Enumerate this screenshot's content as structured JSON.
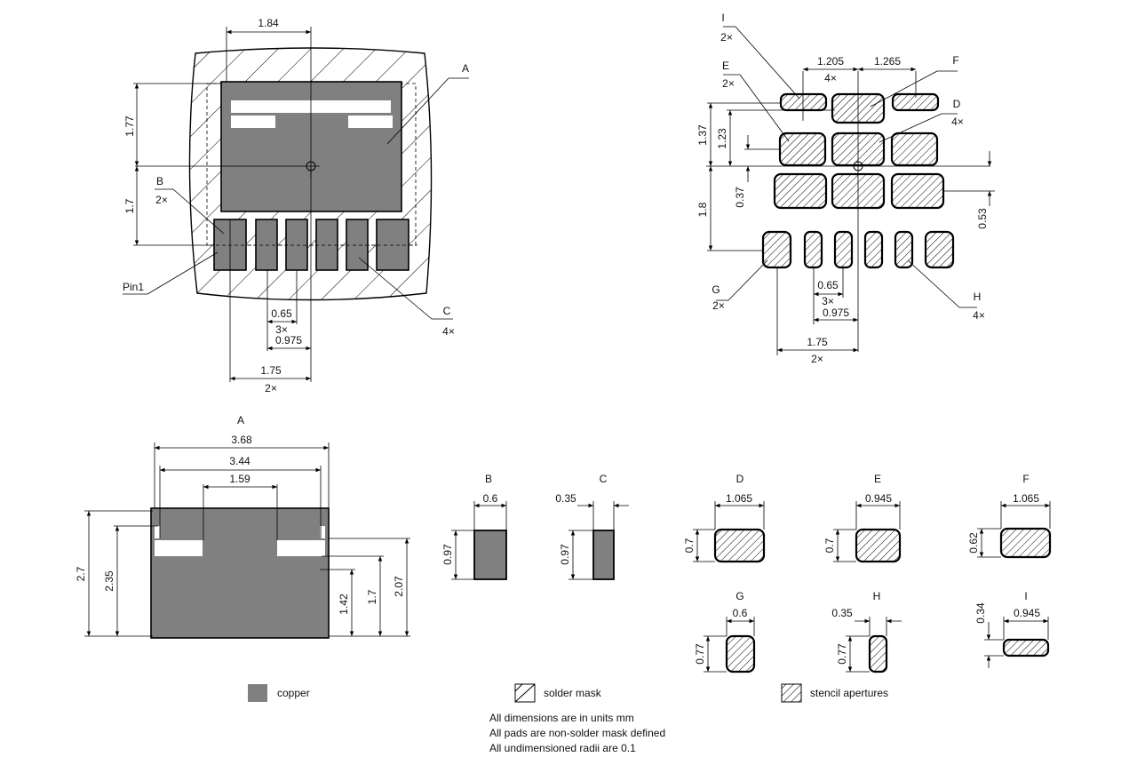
{
  "top_left": {
    "dims": {
      "top_width": "1.84",
      "upper_height": "1.77",
      "lower_height": "1.7",
      "pitch": "0.65",
      "pitch_count": "3×",
      "offset": "0.975",
      "span": "1.75",
      "span_count": "2×"
    },
    "callouts": {
      "a": "A",
      "b": "B",
      "b_count": "2×",
      "c": "C",
      "c_count": "4×",
      "pin1": "Pin1"
    }
  },
  "top_right": {
    "dims": {
      "w1": "1.205",
      "w2": "1.265",
      "w_count": "4×",
      "h137": "1.37",
      "h123": "1.23",
      "h037": "0.37",
      "h18": "1.8",
      "h053": "0.53",
      "pitch": "0.65",
      "pitch_count": "3×",
      "offset": "0.975",
      "span": "1.75",
      "span_count": "2×"
    },
    "callouts": {
      "i": "I",
      "i_count": "2×",
      "e": "E",
      "e_count": "2×",
      "f": "F",
      "d": "D",
      "d_count": "4×",
      "g": "G",
      "g_count": "2×",
      "h": "H",
      "h_count": "4×"
    }
  },
  "detail_a": {
    "title": "A",
    "w368": "3.68",
    "w344": "3.44",
    "w159": "1.59",
    "h27": "2.7",
    "h235": "2.35",
    "h142": "1.42",
    "h17": "1.7",
    "h207": "2.07"
  },
  "details": {
    "b": {
      "title": "B",
      "w": "0.6",
      "h": "0.97"
    },
    "c": {
      "title": "C",
      "w": "0.35",
      "h": "0.97"
    },
    "d": {
      "title": "D",
      "w": "1.065",
      "h": "0.7"
    },
    "e": {
      "title": "E",
      "w": "0.945",
      "h": "0.7"
    },
    "f": {
      "title": "F",
      "w": "1.065",
      "h": "0.62"
    },
    "g": {
      "title": "G",
      "w": "0.6",
      "h": "0.77"
    },
    "h": {
      "title": "H",
      "w": "0.35",
      "h": "0.77"
    },
    "i": {
      "title": "I",
      "w": "0.945",
      "h": "0.34"
    }
  },
  "legend": {
    "copper": "copper",
    "solder_mask": "solder mask",
    "stencil": "stencil apertures"
  },
  "notes": {
    "line1": "All dimensions are in units mm",
    "line2": "All pads are non-solder mask defined",
    "line3": "All undimensioned radii are 0.1"
  },
  "colors": {
    "copper": "#808080",
    "outline": "#000000",
    "background": "#ffffff"
  }
}
